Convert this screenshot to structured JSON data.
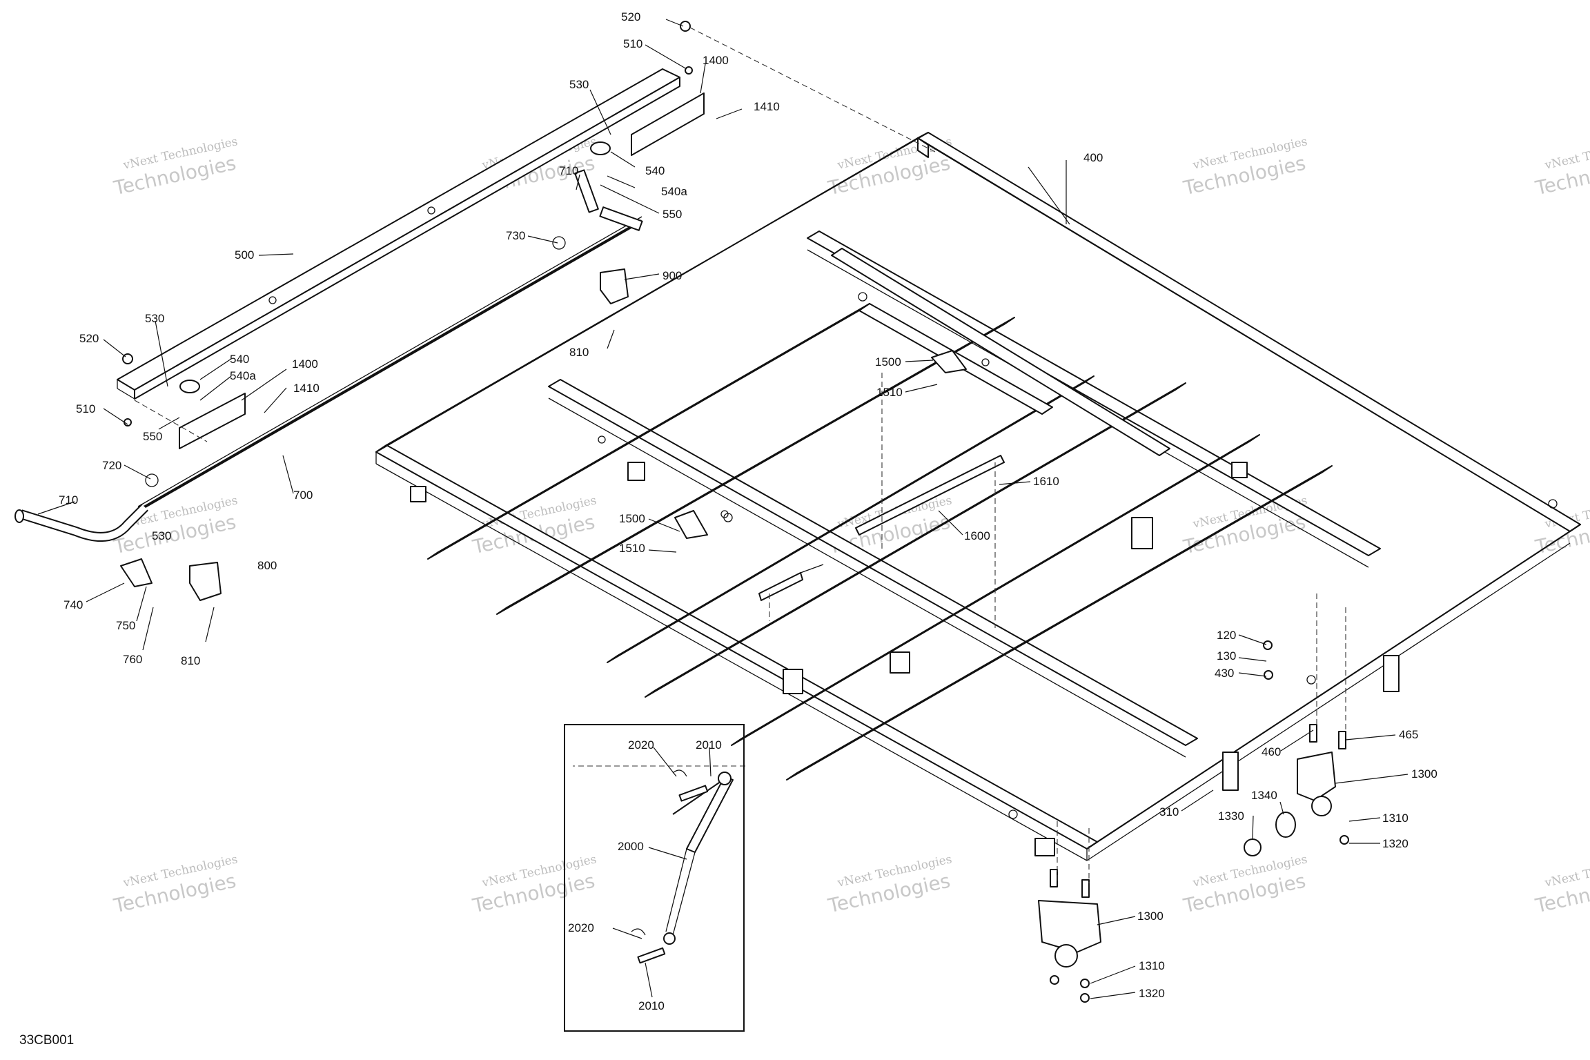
{
  "drawing_code": "33CB001",
  "watermark": {
    "line1": "vNext Technologies",
    "line2": "Technologies"
  },
  "callouts": [
    {
      "id": "520",
      "text": "520"
    },
    {
      "id": "510",
      "text": "510"
    },
    {
      "id": "1400",
      "text": "1400"
    },
    {
      "id": "530",
      "text": "530"
    },
    {
      "id": "1410",
      "text": "1410"
    },
    {
      "id": "540",
      "text": "540"
    },
    {
      "id": "540a",
      "text": "540a"
    },
    {
      "id": "550",
      "text": "550"
    },
    {
      "id": "710",
      "text": "710"
    },
    {
      "id": "730",
      "text": "730"
    },
    {
      "id": "900",
      "text": "900"
    },
    {
      "id": "500",
      "text": "500"
    },
    {
      "id": "810",
      "text": "810"
    },
    {
      "id": "400",
      "text": "400"
    },
    {
      "id": "520b",
      "text": "520"
    },
    {
      "id": "530b",
      "text": "530"
    },
    {
      "id": "540b",
      "text": "540"
    },
    {
      "id": "540ab",
      "text": "540a"
    },
    {
      "id": "1400b",
      "text": "1400"
    },
    {
      "id": "1410b",
      "text": "1410"
    },
    {
      "id": "510b",
      "text": "510"
    },
    {
      "id": "550b",
      "text": "550"
    },
    {
      "id": "1500",
      "text": "1500"
    },
    {
      "id": "1510",
      "text": "1510"
    },
    {
      "id": "720",
      "text": "720"
    },
    {
      "id": "700",
      "text": "700"
    },
    {
      "id": "710b",
      "text": "710"
    },
    {
      "id": "530c",
      "text": "530"
    },
    {
      "id": "1610",
      "text": "1610"
    },
    {
      "id": "1500b",
      "text": "1500"
    },
    {
      "id": "1600",
      "text": "1600"
    },
    {
      "id": "1510b",
      "text": "1510"
    },
    {
      "id": "800",
      "text": "800"
    },
    {
      "id": "740",
      "text": "740"
    },
    {
      "id": "750",
      "text": "750"
    },
    {
      "id": "760",
      "text": "760"
    },
    {
      "id": "810b",
      "text": "810"
    },
    {
      "id": "120",
      "text": "120"
    },
    {
      "id": "130",
      "text": "130"
    },
    {
      "id": "430",
      "text": "430"
    },
    {
      "id": "465",
      "text": "465"
    },
    {
      "id": "460",
      "text": "460"
    },
    {
      "id": "1300",
      "text": "1300"
    },
    {
      "id": "2020",
      "text": "2020"
    },
    {
      "id": "2010",
      "text": "2010"
    },
    {
      "id": "310",
      "text": "310"
    },
    {
      "id": "1340",
      "text": "1340"
    },
    {
      "id": "1310",
      "text": "1310"
    },
    {
      "id": "1330",
      "text": "1330"
    },
    {
      "id": "1320",
      "text": "1320"
    },
    {
      "id": "2000",
      "text": "2000"
    },
    {
      "id": "1300b",
      "text": "1300"
    },
    {
      "id": "2020b",
      "text": "2020"
    },
    {
      "id": "1310b",
      "text": "1310"
    },
    {
      "id": "1320b",
      "text": "1320"
    },
    {
      "id": "2010b",
      "text": "2010"
    }
  ]
}
